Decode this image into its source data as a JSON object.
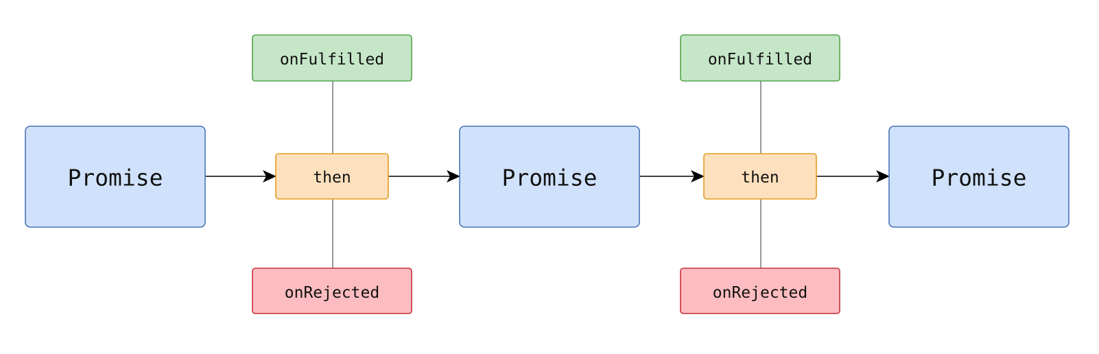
{
  "diagram": {
    "promises": [
      {
        "label": "Promise"
      },
      {
        "label": "Promise"
      },
      {
        "label": "Promise"
      }
    ],
    "thens": [
      {
        "label": "then",
        "on_fulfilled": "onFulfilled",
        "on_rejected": "onRejected"
      },
      {
        "label": "then",
        "on_fulfilled": "onFulfilled",
        "on_rejected": "onRejected"
      }
    ]
  },
  "colors": {
    "promise_fill": "#d0e2fb",
    "promise_border": "#4a73b6",
    "then_fill": "#fde0bd",
    "then_border": "#e39b22",
    "fulfilled_fill": "#c6e6c8",
    "fulfilled_border": "#54a24a",
    "rejected_fill": "#fdbdc0",
    "rejected_border": "#c72e3a"
  }
}
